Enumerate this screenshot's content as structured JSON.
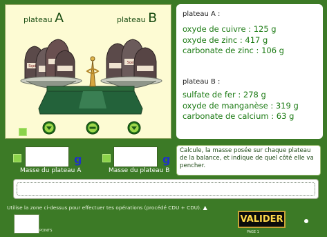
{
  "scene": {
    "plateau_a_prefix": "plateau ",
    "plateau_a_letter": "A",
    "plateau_b_prefix": "plateau ",
    "plateau_b_letter": "B"
  },
  "info": {
    "a_header": "plateau A :",
    "a_items": [
      "oxyde de cuivre : 125 g",
      "oxyde de zinc : 417 g",
      "carbonate de zinc : 106 g"
    ],
    "b_header": "plateau B :",
    "b_items": [
      "sulfate de fer : 278 g",
      "oxyde de manganèse : 319 g",
      "carbonate de calcium : 63 g"
    ]
  },
  "masses": {
    "unit": "g",
    "a_label": "Masse du plateau A",
    "b_label": "Masse du plateau B",
    "a_value": "",
    "b_value": ""
  },
  "instruction": "Calcule, la masse posée sur chaque plateau de la balance, et indique de quel côté elle va pencher.",
  "work": {
    "note": "Utilise la zone ci-dessus pour effectuer tes opérations (procédé CDU + CDU).",
    "value": ""
  },
  "footer": {
    "points_label": "POINTS",
    "validate_label": "VALIDER",
    "page_label": "PAGE 1"
  },
  "colors": {
    "background": "#3c7a26",
    "scene_bg": "#fdfbd3",
    "accent_green": "#1b7a13",
    "unit_blue": "#1f31c8"
  }
}
